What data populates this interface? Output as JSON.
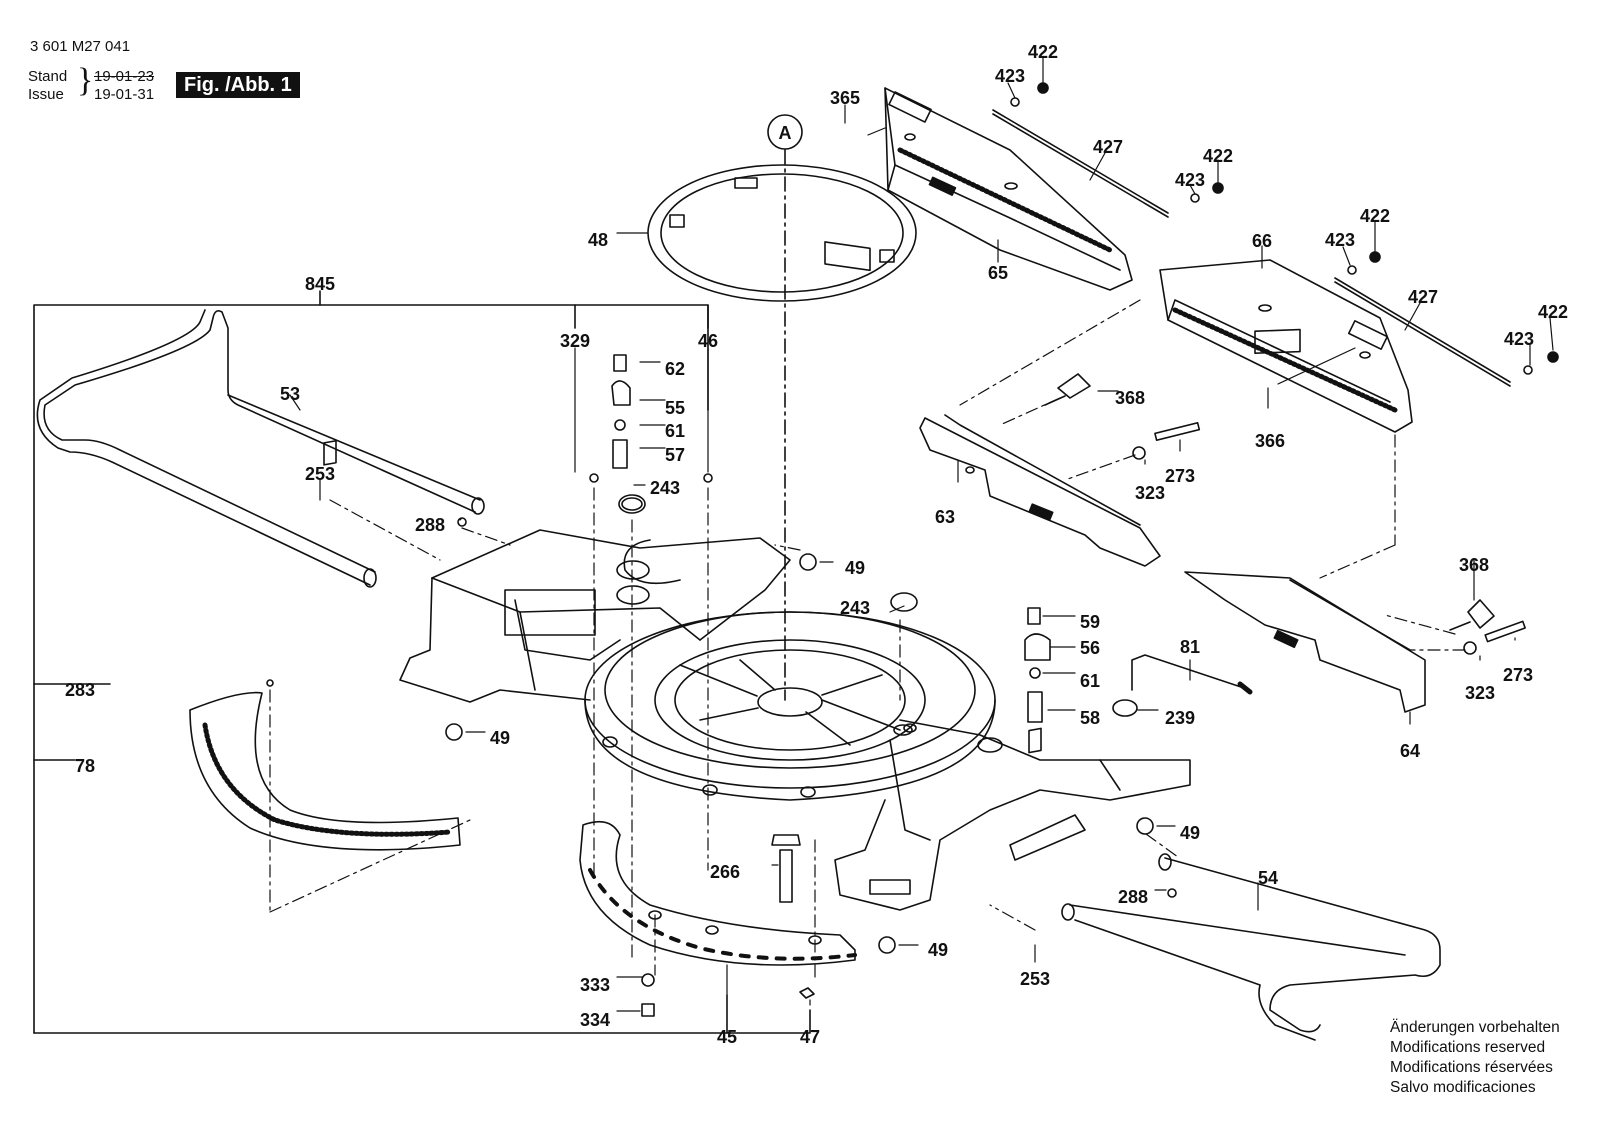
{
  "header": {
    "doc_number": "3 601 M27 041",
    "stand_label": "Stand",
    "issue_label": "Issue",
    "stand_date_old": "19-01-23",
    "issue_date": "19-01-31",
    "figure_label": "Fig. /Abb. 1"
  },
  "callout_circle": "A",
  "parts": [
    "422",
    "423",
    "427",
    "422",
    "423",
    "423",
    "422",
    "427",
    "423",
    "422",
    "365",
    "48",
    "65",
    "66",
    "366",
    "368",
    "273",
    "323",
    "63",
    "845",
    "329",
    "46",
    "62",
    "55",
    "61",
    "57",
    "243",
    "53",
    "253",
    "288",
    "49",
    "243",
    "59",
    "56",
    "61",
    "58",
    "239",
    "81",
    "368",
    "273",
    "323",
    "64",
    "283",
    "49",
    "78",
    "49",
    "266",
    "54",
    "288",
    "49",
    "253",
    "333",
    "334",
    "45",
    "47"
  ],
  "disclaimer": [
    "Änderungen vorbehalten",
    "Modifications reserved",
    "Modifications réservées",
    "Salvo modificaciones"
  ],
  "colors": {
    "ink": "#111111",
    "paper": "#ffffff",
    "shade": "#2a2a2a"
  }
}
